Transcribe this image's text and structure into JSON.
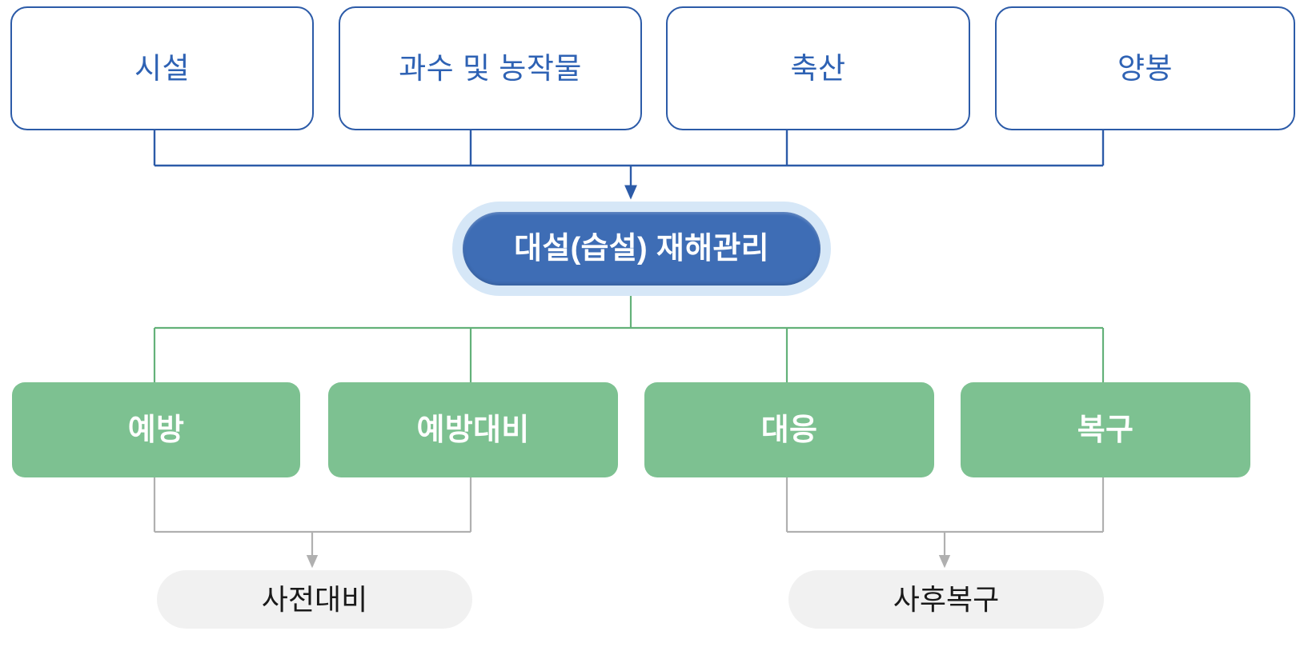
{
  "diagram": {
    "title": "대설(습설) 재해관리",
    "colors": {
      "source_border": "#2C5BA8",
      "source_text": "#2E62B4",
      "hub_fill": "#3E6DB5",
      "hub_halo": "#D6E7F7",
      "phase_fill": "#7DC191",
      "outcome_fill": "#F1F1F1",
      "connector_blue": "#2C5BA8",
      "connector_green": "#63B179",
      "connector_gray": "#B0B0B0"
    },
    "sources": [
      {
        "id": "facility",
        "label": "시설"
      },
      {
        "id": "fruit-crop",
        "label": "과수 및 농작물"
      },
      {
        "id": "livestock",
        "label": "축산"
      },
      {
        "id": "beekeeping",
        "label": "양봉"
      }
    ],
    "hub": {
      "id": "heavy-snow-disaster-management",
      "label": "대설(습설) 재해관리"
    },
    "phases": [
      {
        "id": "prevention",
        "label": "예방"
      },
      {
        "id": "preparedness",
        "label": "예방대비"
      },
      {
        "id": "response",
        "label": "대응"
      },
      {
        "id": "recovery",
        "label": "복구"
      }
    ],
    "outcomes": [
      {
        "id": "advance-preparation",
        "label": "사전대비"
      },
      {
        "id": "post-recovery",
        "label": "사후복구"
      }
    ]
  }
}
